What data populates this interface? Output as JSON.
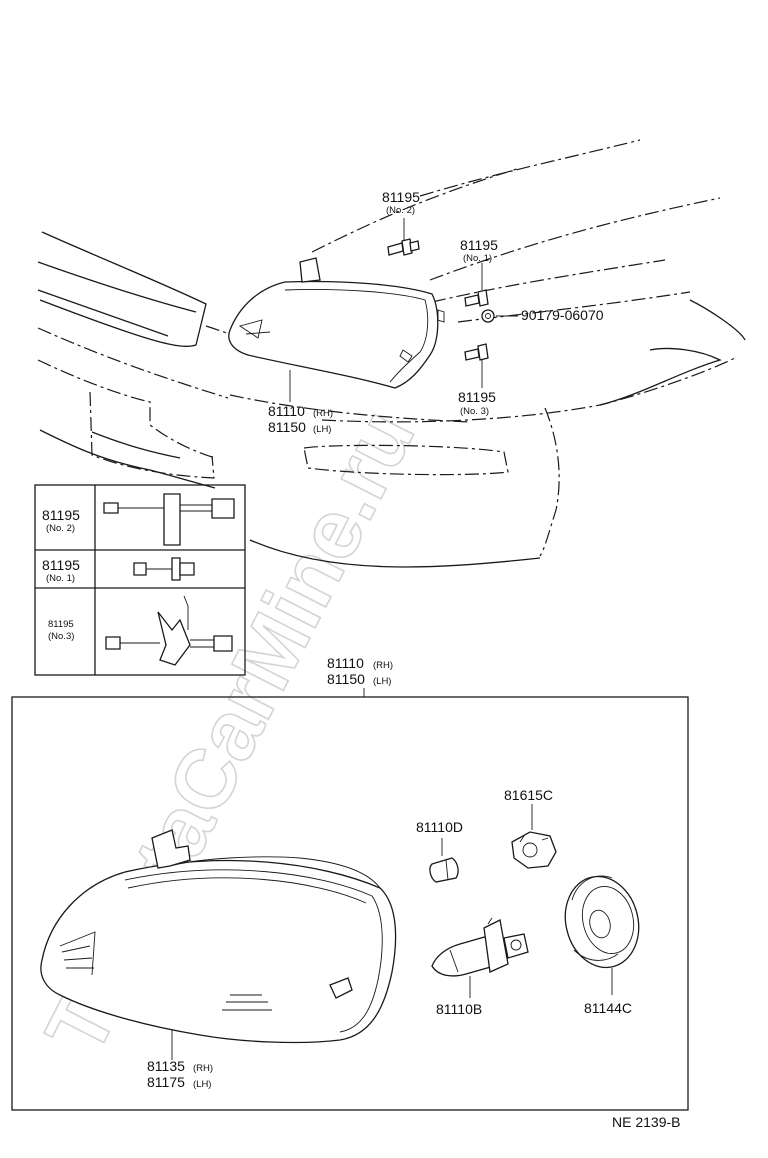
{
  "watermark": "ToyotaCarMine.ru",
  "diagram_code": "NE 2139-B",
  "callouts": {
    "bolt_no2_top": {
      "number": "81195",
      "note": "(No. 2)"
    },
    "bolt_no1_top": {
      "number": "81195",
      "note": "(No. 1)"
    },
    "nut": {
      "number": "90179-06070"
    },
    "bolt_no3_top": {
      "number": "81195",
      "note": "(No. 3)"
    },
    "headlamp_assy_top": {
      "rh": "81110",
      "rh_side": "(RH)",
      "lh": "81150",
      "lh_side": "(LH)"
    },
    "headlamp_assy_box": {
      "rh": "81110",
      "rh_side": "(RH)",
      "lh": "81150",
      "lh_side": "(LH)"
    },
    "socket": {
      "number": "81615C"
    },
    "bulb_small": {
      "number": "81110D"
    },
    "bulb_main": {
      "number": "81110B"
    },
    "cover": {
      "number": "81144C"
    },
    "lens": {
      "rh": "81135",
      "rh_side": "(RH)",
      "lh": "81175",
      "lh_side": "(LH)"
    }
  },
  "legend": [
    {
      "number": "81195",
      "note": "(No. 2)"
    },
    {
      "number": "81195",
      "note": "(No. 1)"
    },
    {
      "number": "81195",
      "note": "(No.3)"
    }
  ]
}
